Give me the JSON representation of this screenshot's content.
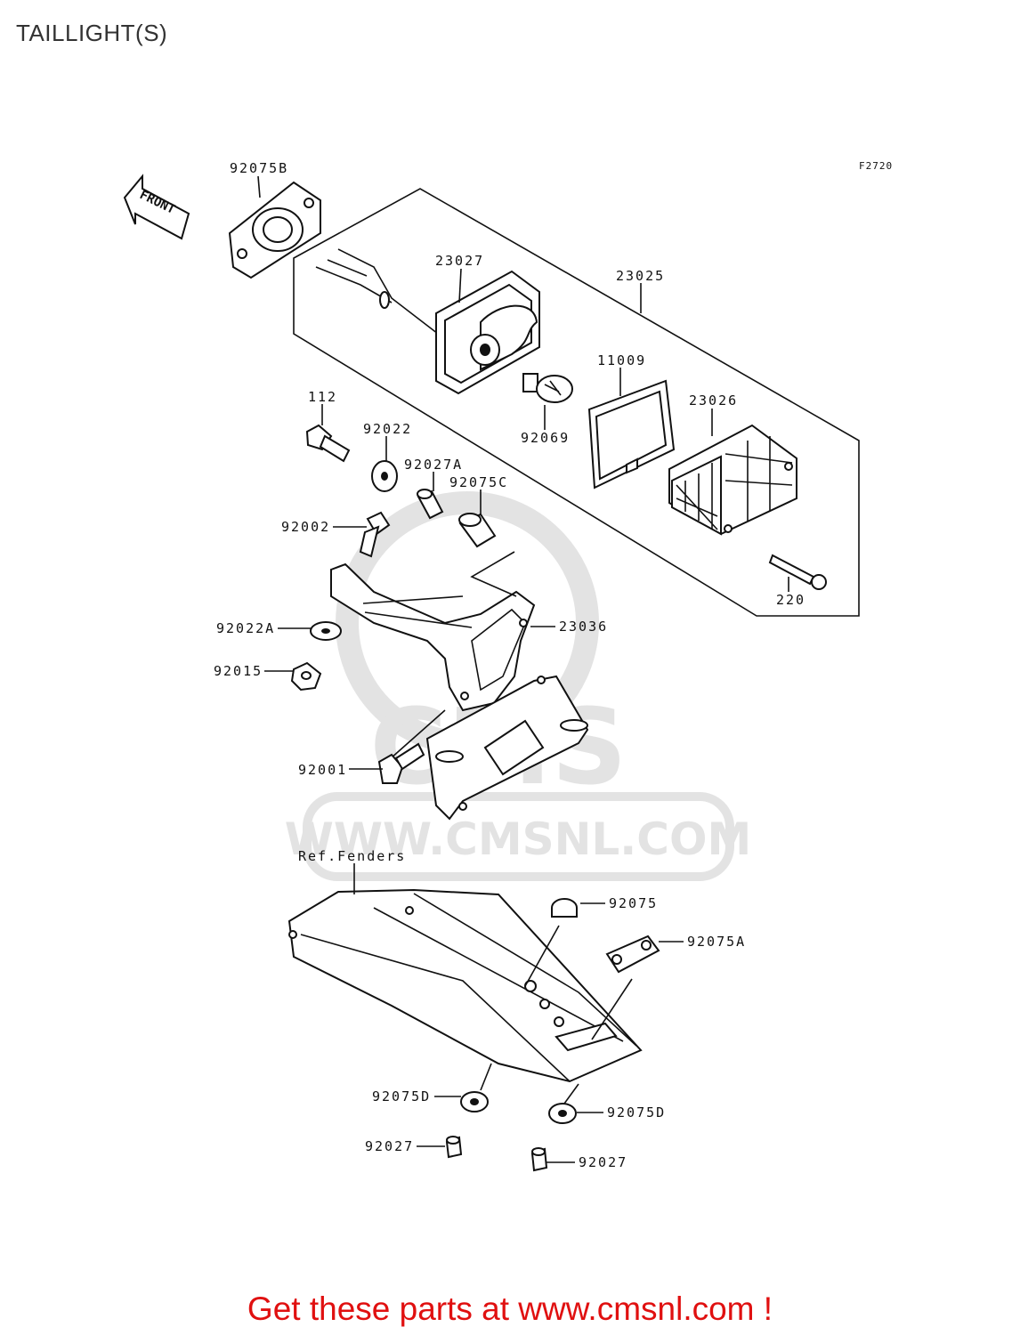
{
  "page": {
    "title": "TAILLIGHT(S)",
    "cta": "Get these parts at www.cmsnl.com !"
  },
  "diagram": {
    "figure_code": "F2720",
    "front_arrow_label": "FRONT",
    "reference_note": "Ref.Fenders",
    "watermark": {
      "brand": "CMS",
      "url": "WWW.CMSNL.COM"
    },
    "parts": [
      {
        "code": "92075B",
        "kind": "grommet-plate"
      },
      {
        "code": "23027",
        "kind": "lamp-socket"
      },
      {
        "code": "23025",
        "kind": "taillight-assembly"
      },
      {
        "code": "11009",
        "kind": "lens-gasket"
      },
      {
        "code": "92069",
        "kind": "bulb"
      },
      {
        "code": "23026",
        "kind": "lens"
      },
      {
        "code": "112",
        "kind": "bolt"
      },
      {
        "code": "92022",
        "kind": "washer"
      },
      {
        "code": "92027A",
        "kind": "collar"
      },
      {
        "code": "92075C",
        "kind": "grommet"
      },
      {
        "code": "92002",
        "kind": "bolt"
      },
      {
        "code": "220",
        "kind": "screw"
      },
      {
        "code": "92022A",
        "kind": "washer"
      },
      {
        "code": "23036",
        "kind": "bracket"
      },
      {
        "code": "92015",
        "kind": "nut"
      },
      {
        "code": "92001",
        "kind": "bolt"
      },
      {
        "code": "92075",
        "kind": "grommet"
      },
      {
        "code": "92075A",
        "kind": "grommet"
      },
      {
        "code": "92075D",
        "kind": "grommet"
      },
      {
        "code": "92075D",
        "kind": "grommet"
      },
      {
        "code": "92027",
        "kind": "collar"
      },
      {
        "code": "92027",
        "kind": "collar"
      }
    ]
  },
  "colors": {
    "title": "#333333",
    "cta": "#e01010",
    "line": "#111111",
    "watermark": "#e3e3e3"
  }
}
